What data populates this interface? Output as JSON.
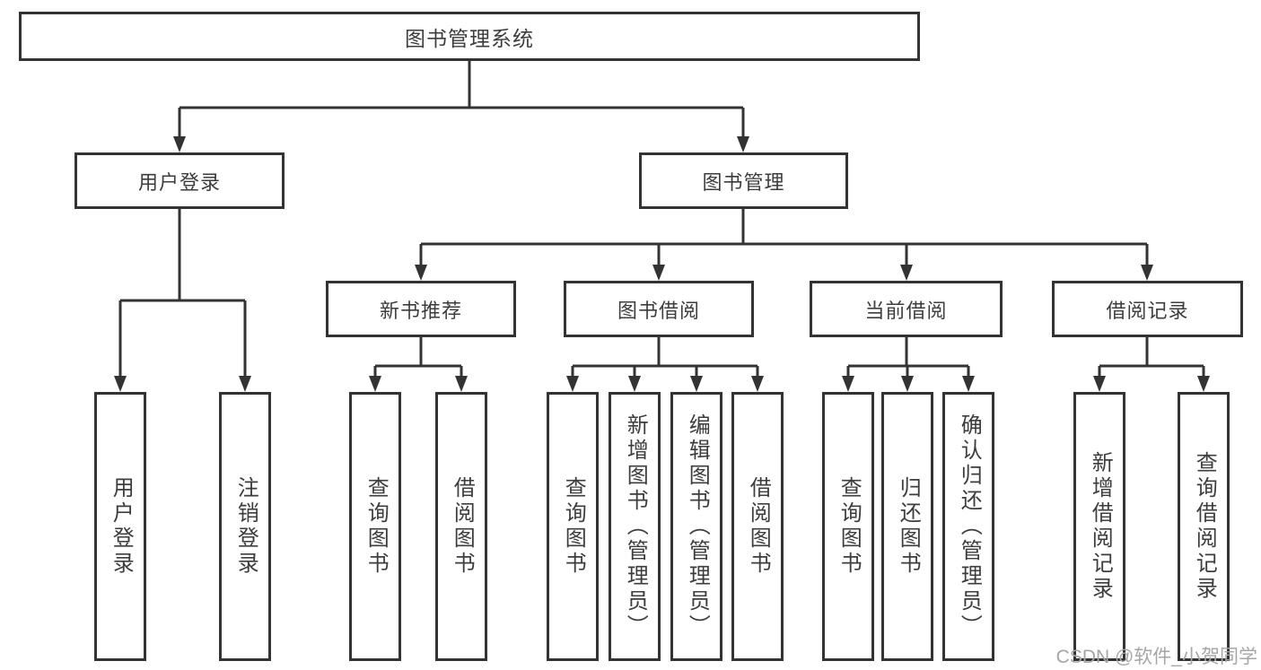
{
  "colors": {
    "line": "#333333",
    "text": "#3d3d3d",
    "watermark": "#a6a6a6",
    "box_bg": "#ffffff"
  },
  "watermark": "CSDN @软件_小贺同学",
  "tree": {
    "root": {
      "label": "图书管理系统"
    },
    "branches": [
      {
        "label": "用户登录",
        "leaves": [
          {
            "label": "用户登录"
          },
          {
            "label": "注销登录"
          }
        ]
      },
      {
        "label": "图书管理",
        "groups": [
          {
            "label": "新书推荐",
            "leaves": [
              {
                "label": "查询图书"
              },
              {
                "label": "借阅图书"
              }
            ]
          },
          {
            "label": "图书借阅",
            "leaves": [
              {
                "label": "查询图书"
              },
              {
                "label": "新增图书（管理员）"
              },
              {
                "label": "编辑图书（管理员）"
              },
              {
                "label": "借阅图书"
              }
            ]
          },
          {
            "label": "当前借阅",
            "leaves": [
              {
                "label": "查询图书"
              },
              {
                "label": "归还图书"
              },
              {
                "label": "确认归还（管理员）"
              }
            ]
          },
          {
            "label": "借阅记录",
            "leaves": [
              {
                "label": "新增借阅记录"
              },
              {
                "label": "查询借阅记录"
              }
            ]
          }
        ]
      }
    ]
  }
}
